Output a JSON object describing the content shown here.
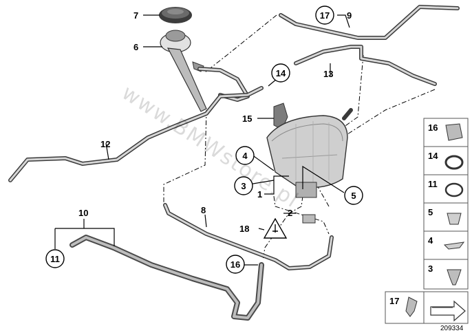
{
  "callouts": {
    "c1": "1",
    "c2": "2",
    "c3": "3",
    "c4": "4",
    "c5": "5",
    "c6": "6",
    "c7": "7",
    "c8": "8",
    "c9": "9",
    "c10": "10",
    "c11": "11",
    "c12": "12",
    "c13": "13",
    "c14": "14",
    "c15": "15",
    "c16": "16",
    "c17": "17",
    "c18": "18"
  },
  "side_panel": {
    "items": [
      "16",
      "14",
      "11",
      "5",
      "4",
      "3"
    ],
    "bottom_label": "17"
  },
  "diagram_id": "209334",
  "watermark": "www.BMWstore.pl"
}
